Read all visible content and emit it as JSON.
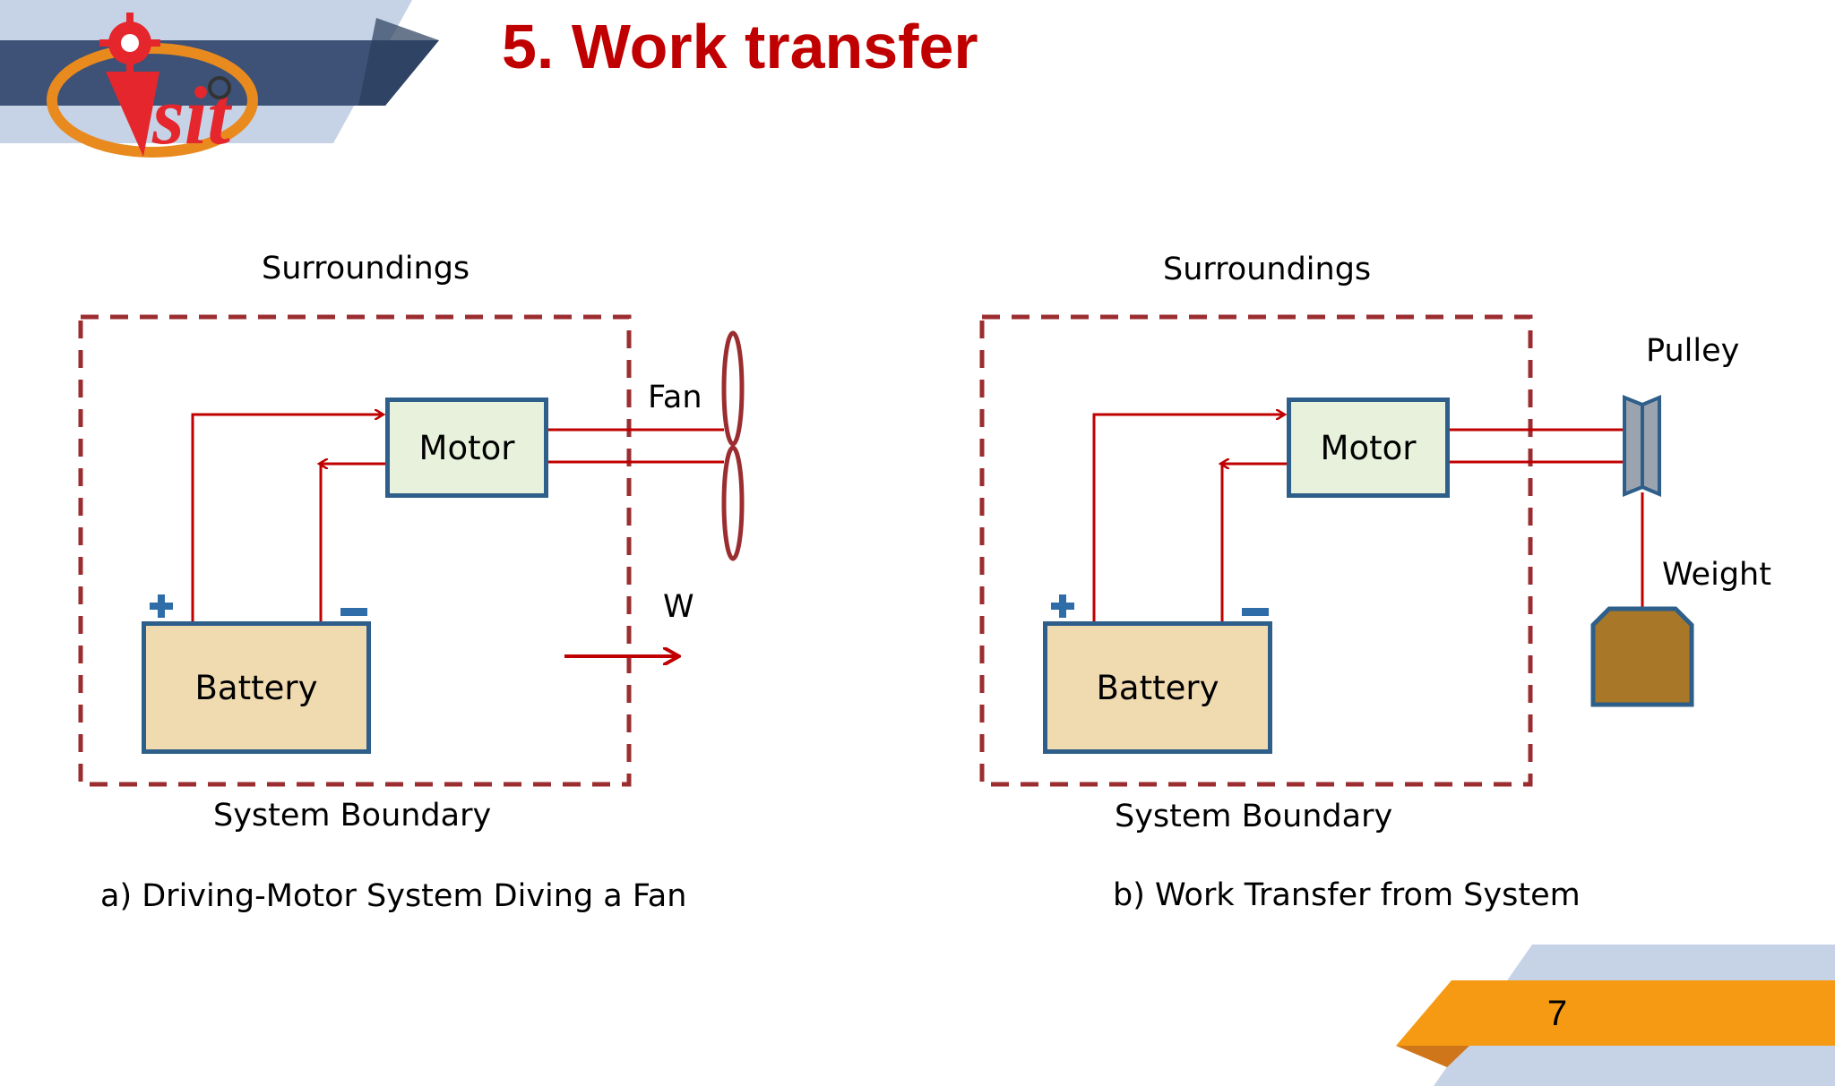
{
  "slide": {
    "title": "5. Work transfer",
    "page_number": "7",
    "logo_text": "isit"
  },
  "diagram_a": {
    "surroundings": "Surroundings",
    "motor": "Motor",
    "battery": "Battery",
    "fan": "Fan",
    "work": "W",
    "plus": "+",
    "minus": "−",
    "boundary": "System Boundary",
    "caption": "a) Driving-Motor System Diving a Fan"
  },
  "diagram_b": {
    "surroundings": "Surroundings",
    "motor": "Motor",
    "battery": "Battery",
    "pulley": "Pulley",
    "weight": "Weight",
    "plus": "+",
    "minus": "−",
    "boundary": "System Boundary",
    "caption": "b) Work Transfer from System"
  },
  "colors": {
    "title": "#C00000",
    "boundary": "#9B2D30",
    "wire": "#C00000",
    "box_border": "#2E5F8A",
    "motor_fill": "#E8F1DB",
    "battery_fill": "#F0DAB0",
    "weight_fill": "#A87828",
    "page_badge": "#F59A12",
    "header_band": "#3D5276",
    "pale_band": "#C6D3E6"
  }
}
